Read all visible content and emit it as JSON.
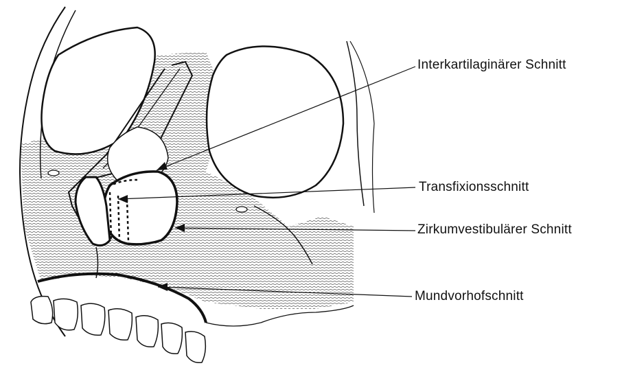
{
  "labels": {
    "interkartilaginaer": "Interkartilaginärer  Schnitt",
    "transfixion": "Transfixionsschnitt",
    "zirkumvestibulaer": "Zirkumvestibulärer  Schnitt",
    "mundvorhof": "Mundvorhofschnitt"
  },
  "colors": {
    "ink": "#111111",
    "background": "#ffffff"
  }
}
